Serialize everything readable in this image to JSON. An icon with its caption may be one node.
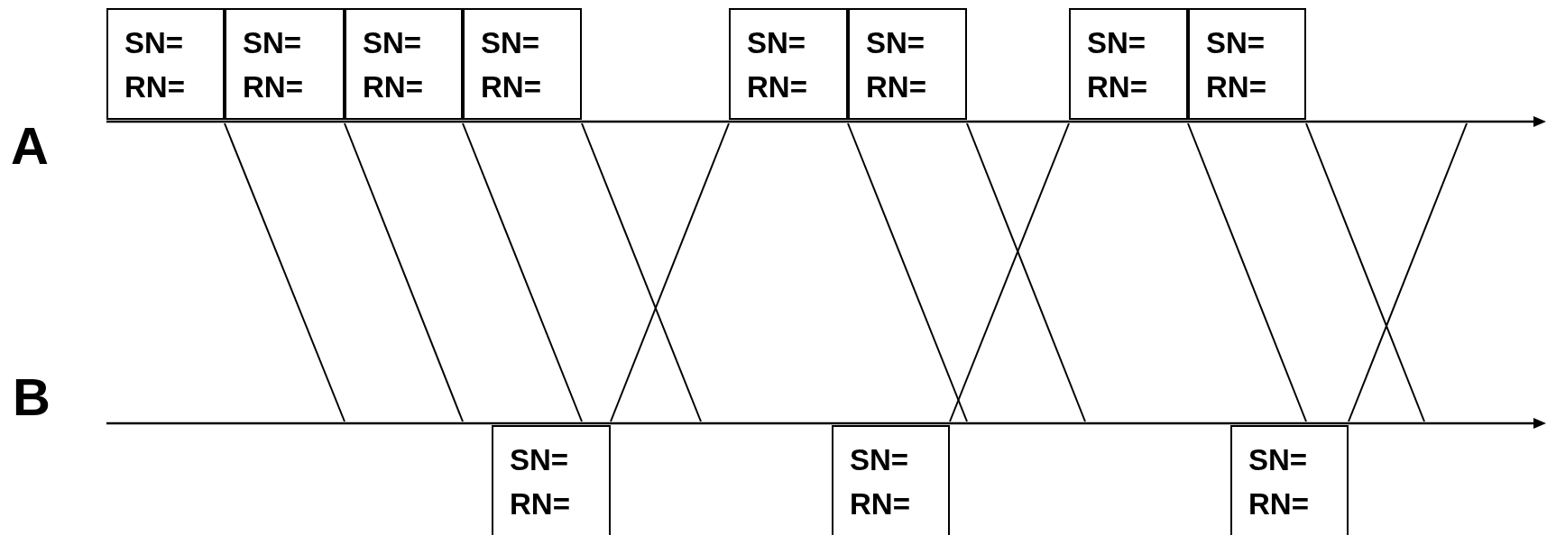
{
  "diagram": {
    "nodes": [
      {
        "text": [
          "SN=",
          "RN="
        ]
      },
      {
        "text": [
          "SN=",
          "RN="
        ]
      },
      {
        "text": [
          "SN=",
          "RN="
        ]
      },
      {
        "text": [
          "SN=",
          "RN="
        ]
      },
      {
        "text": [
          "SN=",
          "RN="
        ]
      },
      {
        "text": [
          "SN=",
          "RN="
        ]
      },
      {
        "text": [
          "SN=",
          "RN="
        ]
      },
      {
        "text": [
          "SN=",
          "RN="
        ]
      },
      {
        "text": [],
        "shape": "line"
      },
      {
        "text": [],
        "shape": "line"
      },
      {
        "text": [
          "SN=",
          "RN="
        ]
      },
      {
        "text": [
          "SN=",
          "RN="
        ]
      },
      {
        "text": [
          "SN=",
          "RN="
        ]
      }
    ],
    "edges": [
      {
        "from": 8,
        "to": 9,
        "arrow": "none"
      },
      {
        "from": 8,
        "to": 9,
        "arrow": "none"
      },
      {
        "from": 8,
        "to": 9,
        "arrow": "none"
      },
      {
        "from": 8,
        "to": 9,
        "arrow": "none"
      },
      {
        "from": 9,
        "to": 8,
        "arrow": "none"
      },
      {
        "from": 8,
        "to": 9,
        "arrow": "none"
      },
      {
        "from": 8,
        "to": 9,
        "arrow": "none"
      },
      {
        "from": 9,
        "to": 8,
        "arrow": "none"
      },
      {
        "from": 8,
        "to": 9,
        "arrow": "none"
      },
      {
        "from": 8,
        "to": 9,
        "arrow": "none"
      },
      {
        "from": 9,
        "to": 8,
        "arrow": "none"
      }
    ],
    "labels": [
      "A",
      "B"
    ]
  }
}
